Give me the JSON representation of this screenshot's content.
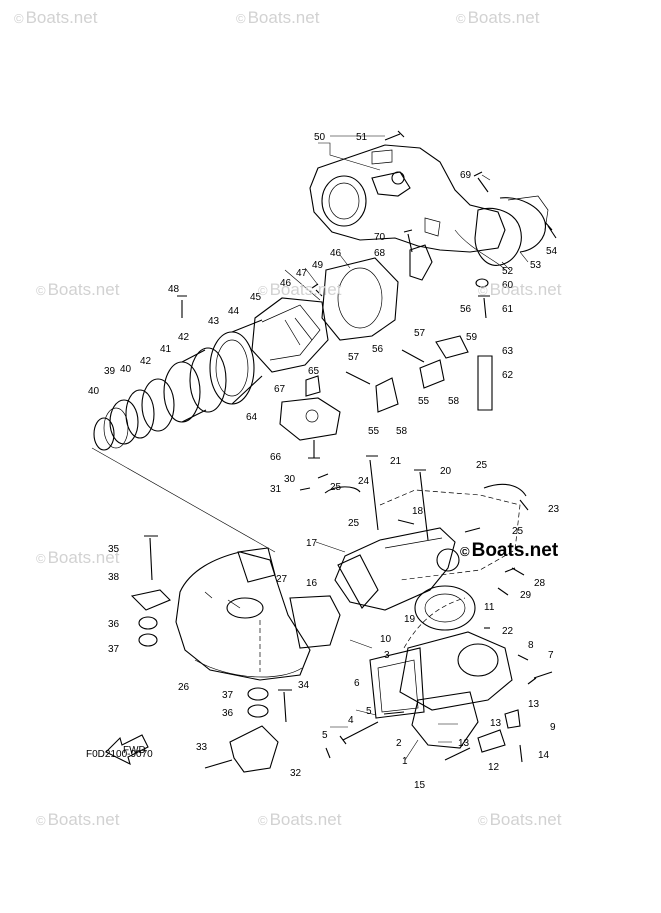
{
  "watermark": {
    "symbol": "©",
    "text": "Boats.net"
  },
  "callouts": [
    "1",
    "2",
    "3",
    "4",
    "5",
    "6",
    "7",
    "8",
    "9",
    "10",
    "11",
    "12",
    "13",
    "14",
    "15",
    "16",
    "17",
    "18",
    "19",
    "20",
    "21",
    "22",
    "23",
    "24",
    "25",
    "26",
    "27",
    "28",
    "29",
    "30",
    "31",
    "32",
    "33",
    "34",
    "35",
    "36",
    "37",
    "38",
    "39",
    "40",
    "41",
    "42",
    "43",
    "44",
    "45",
    "46",
    "47",
    "48",
    "49",
    "50",
    "51",
    "52",
    "53",
    "54",
    "55",
    "56",
    "57",
    "58",
    "59",
    "60",
    "61",
    "62",
    "63",
    "64",
    "65",
    "66",
    "67",
    "68",
    "69",
    "70"
  ],
  "fwd_label": "FWD",
  "diagram_code": "F0D2100-9070"
}
